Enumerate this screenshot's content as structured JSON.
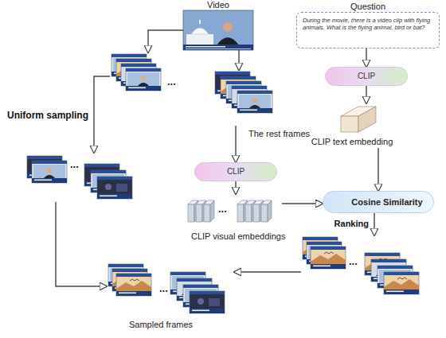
{
  "diagram": {
    "nodes": [
      {
        "text": [
          "Video"
        ]
      },
      {
        "text": [
          "Question",
          "During the movie, there is a video clip with flying animals. What is the flying animal, bird or bat?"
        ]
      },
      {
        "text": [
          "..."
        ]
      },
      {
        "text": [
          "CLIP"
        ]
      },
      {
        "text": [
          "CLIP text embedding"
        ]
      },
      {
        "text": [
          "The rest frames"
        ]
      },
      {
        "text": [
          "..."
        ]
      },
      {
        "text": [
          "CLIP"
        ]
      },
      {
        "text": [
          "Cosine Similarity"
        ]
      },
      {
        "text": [
          "...",
          "CLIP visual embeddings"
        ]
      },
      {
        "text": [
          "..."
        ]
      },
      {
        "text": [
          "...",
          "Sampled frames"
        ]
      }
    ],
    "edges": [
      {
        "from": 0,
        "to": 2,
        "arrow": "to"
      },
      {
        "from": 0,
        "to": 5,
        "arrow": "to"
      },
      {
        "from": 2,
        "to": 6,
        "label": "Uniform sampling",
        "arrow": "to"
      },
      {
        "from": 1,
        "to": 3,
        "arrow": "to"
      },
      {
        "from": 3,
        "to": 4,
        "arrow": "to"
      },
      {
        "from": 5,
        "to": 7,
        "arrow": "to"
      },
      {
        "from": 7,
        "to": 9,
        "arrow": "to"
      },
      {
        "from": 4,
        "to": 8,
        "arrow": "to"
      },
      {
        "from": 9,
        "to": 8,
        "arrow": "to"
      },
      {
        "from": 8,
        "to": 10,
        "label": "Ranking",
        "arrow": "to"
      },
      {
        "from": 10,
        "to": 11,
        "arrow": "to"
      },
      {
        "from": 6,
        "to": 11,
        "arrow": "to"
      }
    ]
  }
}
